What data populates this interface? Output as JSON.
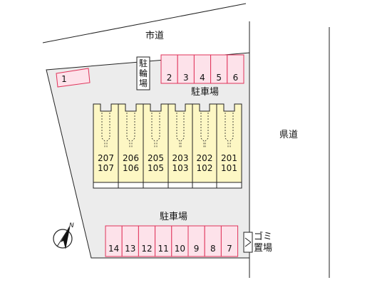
{
  "roads": {
    "city_road": "市道",
    "prefectural_road": "県道"
  },
  "facilities": {
    "bicycle_parking": "駐輪場",
    "garbage_area": "ゴミ置場",
    "garbage_line1": "ゴミ",
    "garbage_line2": "置場"
  },
  "parking": {
    "upper_label": "駐車場",
    "lower_label": "駐車場",
    "isolated_space": "1",
    "upper_spaces": [
      "2",
      "3",
      "4",
      "5",
      "6"
    ],
    "lower_spaces": [
      "14",
      "13",
      "12",
      "11",
      "10",
      "9",
      "8",
      "7"
    ]
  },
  "building": {
    "units_upper": [
      "207",
      "206",
      "205",
      "203",
      "202",
      "201"
    ],
    "units_lower": [
      "107",
      "106",
      "105",
      "103",
      "102",
      "101"
    ]
  },
  "compass": {
    "north_label": "N"
  },
  "colors": {
    "site_fill": "#ececec",
    "building_fill": "#fdf7c4",
    "parking_fill": "#fde2ea",
    "parking_border": "#e0335a",
    "outline": "#222222"
  }
}
